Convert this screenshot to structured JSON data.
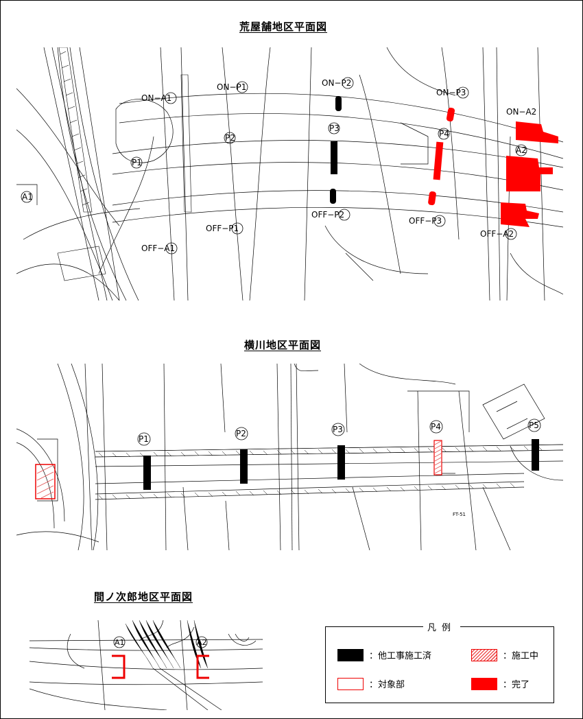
{
  "maps": {
    "arayashiki": {
      "title": "荒屋舗地区平面図",
      "labels": {
        "on_a1": "ON−A1",
        "on_p1": "ON−P1",
        "on_p2": "ON−P2",
        "on_p3": "ON−P3",
        "on_a2": "ON−A2",
        "p1": "P1",
        "p2": "P2",
        "p3": "P3",
        "p4": "P4",
        "a1": "A1",
        "a2": "A2",
        "off_a1": "OFF−A1",
        "off_p1": "OFF−P1",
        "off_p2": "OFF−P2",
        "off_p3": "OFF−P3",
        "off_a2": "OFF−A2"
      }
    },
    "yokokawa": {
      "title": "横川地区平面図",
      "labels": {
        "p1": "P1",
        "p2": "P2",
        "p3": "P3",
        "p4": "P4",
        "p5": "P5",
        "ft": "FT-51"
      }
    },
    "manojiro": {
      "title": "間ノ次郎地区平面図",
      "labels": {
        "a1": "A1",
        "a2": "A2"
      }
    }
  },
  "legend": {
    "title": "凡例",
    "items": {
      "other_done": "：他工事施工済",
      "in_progress": "：施工中",
      "target": "：対象部",
      "completed": "：完了"
    }
  },
  "colors": {
    "red": "#ff0000",
    "black": "#000000",
    "hatch": "#e05050"
  }
}
